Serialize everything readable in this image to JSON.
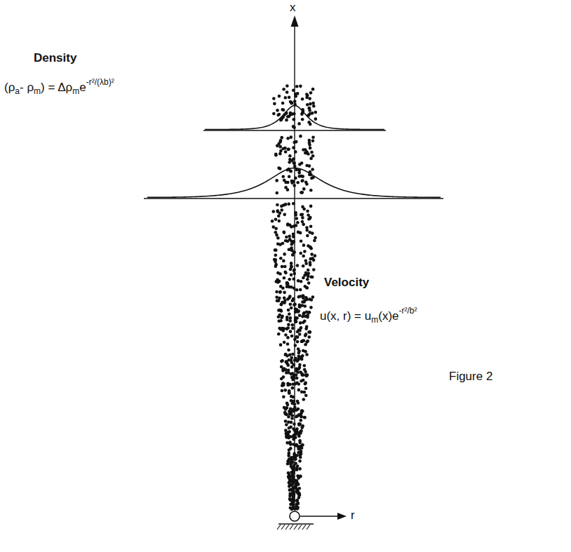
{
  "diagram": {
    "labels": [
      "x",
      "Density",
      "(ρ",
      "a",
      "- ρ",
      "m",
      ") = Δρ",
      "m",
      "e",
      "-r²/(λb)²",
      "Velocity",
      "u(x, r) = u",
      "m",
      "(x)e",
      "-r²/b²",
      "Figure 2",
      "r"
    ]
  }
}
